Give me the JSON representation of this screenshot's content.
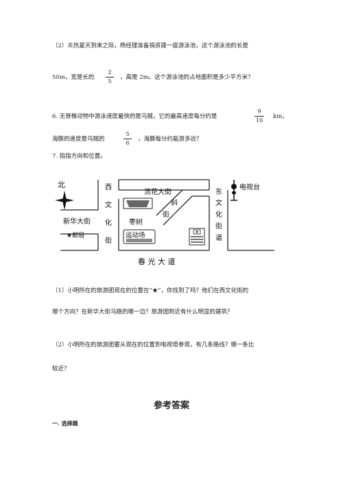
{
  "q2a": {
    "line1": "（2）炎热夏天到来之际，杨经理准备捐资建一座游泳池，这个游泳池的长是",
    "line2a": "50m，宽是长的",
    "frac_num": "2",
    "frac_den": "5",
    "line2b": "，高是 2m。这个游泳池的占地面积是多少平方米？"
  },
  "q6": {
    "line1a": "6. 无脊椎动物中游泳速度最快的是乌贼，它的最高速度每分约是",
    "frac1_num": "9",
    "frac1_den": "10",
    "line1b": "km，",
    "line2a": "海豚的速度是乌贼的",
    "frac2_num": "5",
    "frac2_den": "6",
    "line2b": "，海豚每分约能游多远？"
  },
  "q7": {
    "title": "7. 指指方向和位置。",
    "map": {
      "north": "北",
      "xinhua": "新华大街",
      "post": "★邮局",
      "xiwen": [
        "西",
        "文",
        "化",
        "街"
      ],
      "liuhua": "流花大街",
      "xie": [
        "斜",
        "街"
      ],
      "zaoshu": "枣树",
      "yundong": "运动场",
      "dongwen": [
        "东",
        "文",
        "化",
        "街",
        "道"
      ],
      "tv": "电视台",
      "chunguang": "春 光 大 道"
    },
    "p1_line1": "（1）小明所在的旅游团现在的位置在“★”，你找到了吗？他们在西文化街的",
    "p1_line2": "哪个方向？在新华大街马路的哪一边？旅游团附近有什么明显的建筑？",
    "p2_line1": "（2）小明所在的旅游团要从现在的位置到电视塔参观，有几条路线？哪一条比",
    "p2_line2": "较近？"
  },
  "answers": {
    "title": "参考答案",
    "section": "一. 选择题"
  }
}
